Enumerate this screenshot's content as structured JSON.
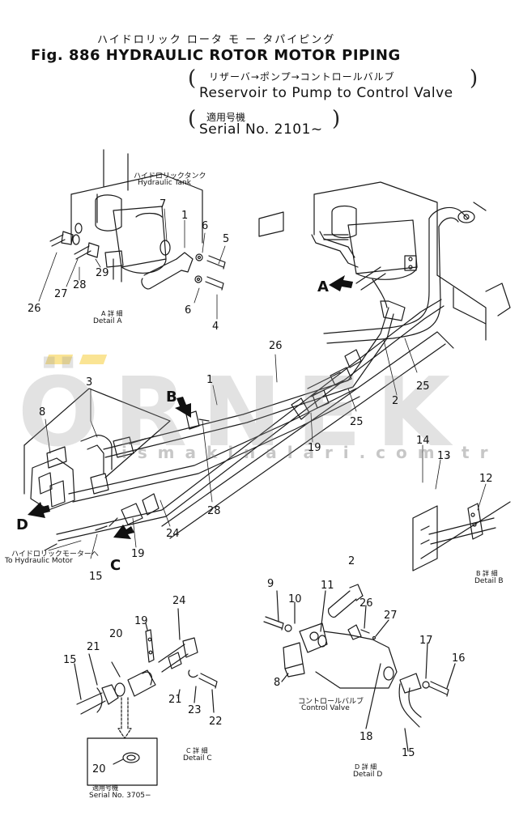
{
  "header": {
    "title_jp": "ハイドロリック ロータ モ ー タパイピング",
    "title_en": "Fig. 886 HYDRAULIC ROTOR MOTOR PIPING",
    "subtitle_jp": "リザーバ→ポンプ→コントロールバルブ",
    "subtitle_en": "Reservoir to Pump to Control Valve",
    "serial_jp": "適用号機",
    "serial_en": "Serial No. 2101~"
  },
  "watermark": {
    "brand": "ÖRNEK",
    "url": "i s m a k i n a l a r i . c o m . t r"
  },
  "annotations": {
    "hydraulic_tank_jp": "ハイドロリックタンク",
    "hydraulic_tank_en": "Hydraulic Tank",
    "to_motor_jp": "ハイドロリックモーターへ",
    "to_motor_en": "To Hydraulic Motor",
    "control_valve_jp": "コントロールバルブ",
    "control_valve_en": "Control Valve",
    "detail_a_jp": "A 詳 細",
    "detail_a_en": "Detail A",
    "detail_b_jp": "B 詳 細",
    "detail_b_en": "Detail B",
    "detail_c_jp": "C 詳 細",
    "detail_c_en": "Detail C",
    "detail_d_jp": "D 詳 細",
    "detail_d_en": "Detail D",
    "serial_3705_jp": "適用号機",
    "serial_3705_en": "Serial No. 3705−"
  },
  "view_letters": {
    "a": "A",
    "b": "B",
    "c": "C",
    "d": "D"
  },
  "part_numbers": {
    "p7": "7",
    "p1a": "1",
    "p6a": "6",
    "p5": "5",
    "p6b": "6",
    "p4": "4",
    "p26a": "26",
    "p27a": "27",
    "p28a": "28",
    "p29": "29",
    "p3": "3",
    "p8a": "8",
    "p1b": "1",
    "p26b": "26",
    "p2a": "2",
    "p25a": "25",
    "p25b": "25",
    "p19a": "19",
    "p28b": "28",
    "p24a": "24",
    "p19b": "19",
    "p15a": "15",
    "p14": "14",
    "p13": "13",
    "p12": "12",
    "p20a": "20",
    "p19c": "19",
    "p24b": "24",
    "p21a": "21",
    "p15b": "15",
    "p21b": "21",
    "p23": "23",
    "p22": "22",
    "p20b": "20",
    "p9": "9",
    "p10": "10",
    "p11": "11",
    "p2b": "2",
    "p26c": "26",
    "p27b": "27",
    "p8b": "8",
    "p17": "17",
    "p16": "16",
    "p18": "18",
    "p15c": "15"
  }
}
